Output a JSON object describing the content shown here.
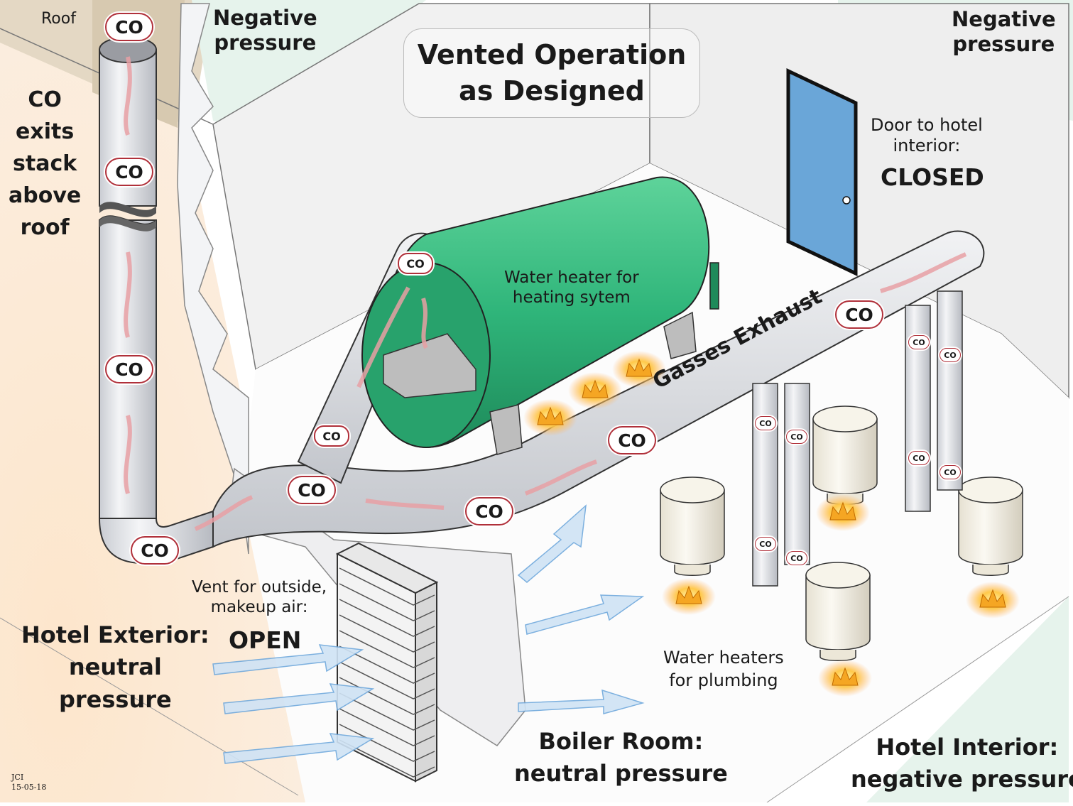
{
  "title": [
    "Vented Operation",
    "as Designed"
  ],
  "labels": {
    "roof": "Roof",
    "neg_left": [
      "Negative",
      "pressure"
    ],
    "neg_right": [
      "Negative",
      "pressure"
    ],
    "co_exits": [
      "CO",
      "exits",
      "stack",
      "above",
      "roof"
    ],
    "door": [
      "Door to hotel",
      "interior:"
    ],
    "door_state": "CLOSED",
    "boiler": [
      "Water heater for",
      "heating sytem"
    ],
    "exhaust": "Gasses Exhaust",
    "vent": [
      "Vent for outside,",
      "makeup air:"
    ],
    "vent_state": "OPEN",
    "exterior": [
      "Hotel Exterior:",
      "neutral",
      "pressure"
    ],
    "boiler_room": [
      "Boiler Room:",
      "neutral pressure"
    ],
    "heaters": [
      "Water heaters",
      "for plumbing"
    ],
    "interior": [
      "Hotel Interior:",
      "negative pressure"
    ],
    "credit": [
      "JCI",
      "15-05-18"
    ]
  },
  "co_text": "CO",
  "colors": {
    "co_border": "#b0303a",
    "flow_arrow": "#e8a0a4",
    "air_arrow": "#6fa8dc",
    "tank": "#2fb57a",
    "door": "#6aa6d8",
    "flame": "#f5a623"
  }
}
